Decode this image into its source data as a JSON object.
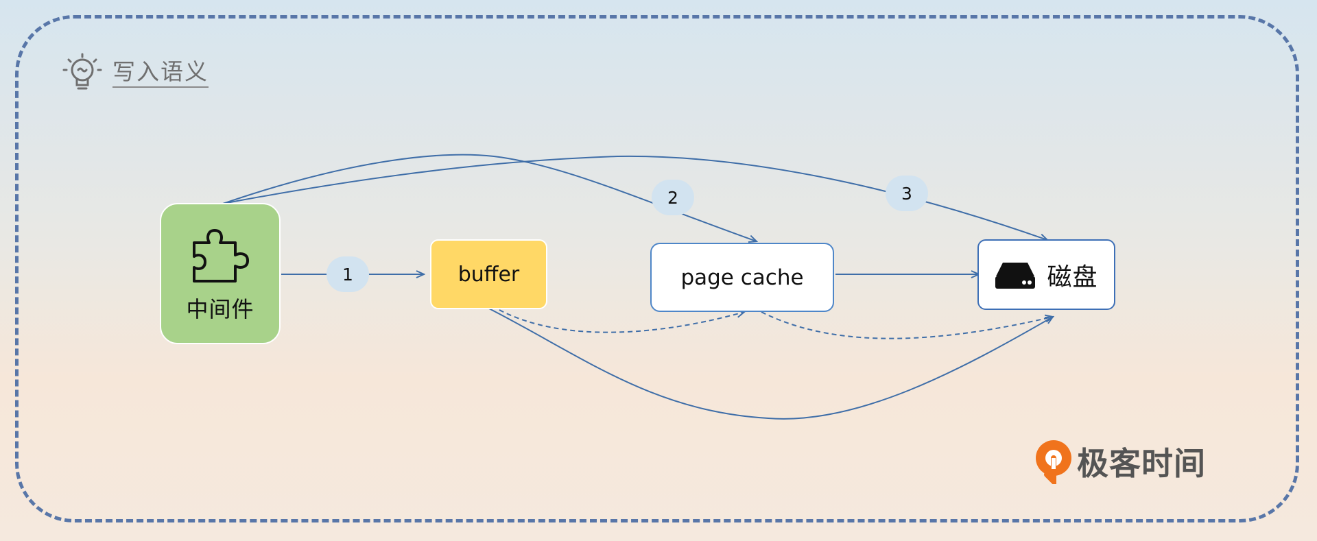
{
  "title": "写入语义",
  "nodes": {
    "middleware": "中间件",
    "buffer": "buffer",
    "page_cache": "page cache",
    "disk": "磁盘"
  },
  "steps": [
    "1",
    "2",
    "3"
  ],
  "brand": "极客时间",
  "colors": {
    "frame_border": "#5876a8",
    "arrow": "#3f6ea8",
    "middleware_fill": "#a8d28a",
    "buffer_fill": "#ffd866",
    "badge_fill": "#d2e3f0",
    "brand_orange": "#f0731c"
  },
  "icons": [
    "lightbulb-icon",
    "puzzle-icon",
    "disk-drive-icon",
    "geektime-logo-icon"
  ]
}
